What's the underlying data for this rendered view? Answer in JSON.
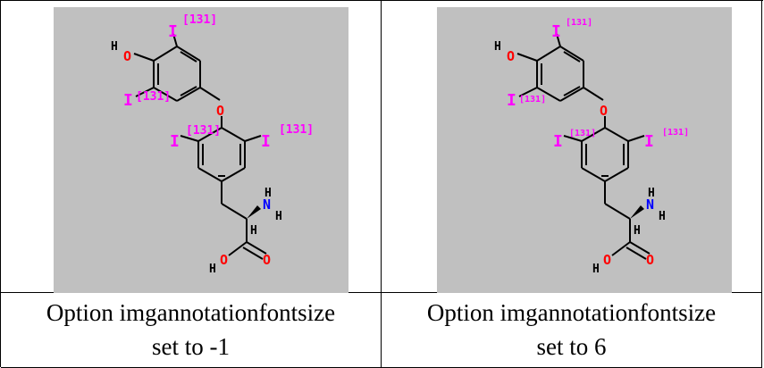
{
  "captions": [
    {
      "line1": "Option imgannotationfontsize",
      "line2": "set to -1"
    },
    {
      "line1": "Option imgannotationfontsize",
      "line2": "set to 6"
    }
  ],
  "atoms": {
    "iodine": "I",
    "oxygen": "O",
    "nitrogen": "N",
    "hydrogen": "H",
    "isotope_annotation": "[131]"
  },
  "colors": {
    "background": "#c0c0c0",
    "bond": "#000000",
    "iodine": "#ff00ff",
    "oxygen": "#ff0000",
    "nitrogen": "#0000ff",
    "hydrogen": "#000000"
  }
}
